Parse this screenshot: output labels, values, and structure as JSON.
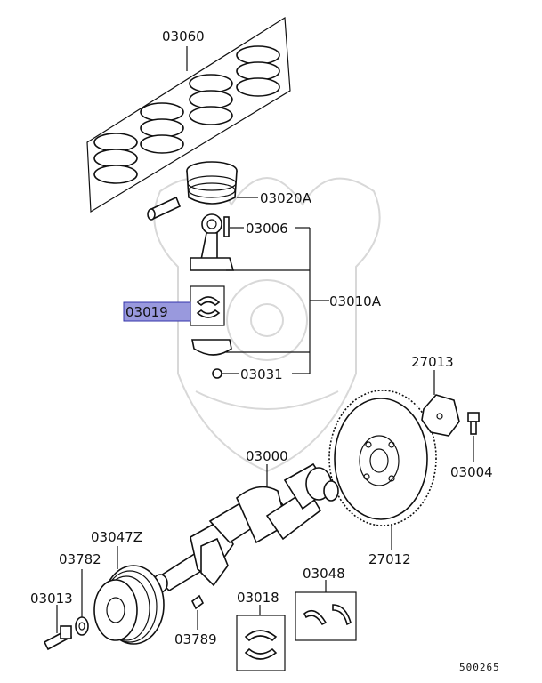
{
  "labels": {
    "p03060": "03060",
    "p03020a": "03020A",
    "p03006": "03006",
    "p03010a": "03010A",
    "p03019": "03019",
    "p03031": "03031",
    "p27013": "27013",
    "p03004": "03004",
    "p03000": "03000",
    "p27012": "27012",
    "p03047z": "03047Z",
    "p03782": "03782",
    "p03048": "03048",
    "p03013": "03013",
    "p03018": "03018",
    "p03789": "03789"
  },
  "diagram_code": "500265",
  "highlight_color": "#9999dd"
}
